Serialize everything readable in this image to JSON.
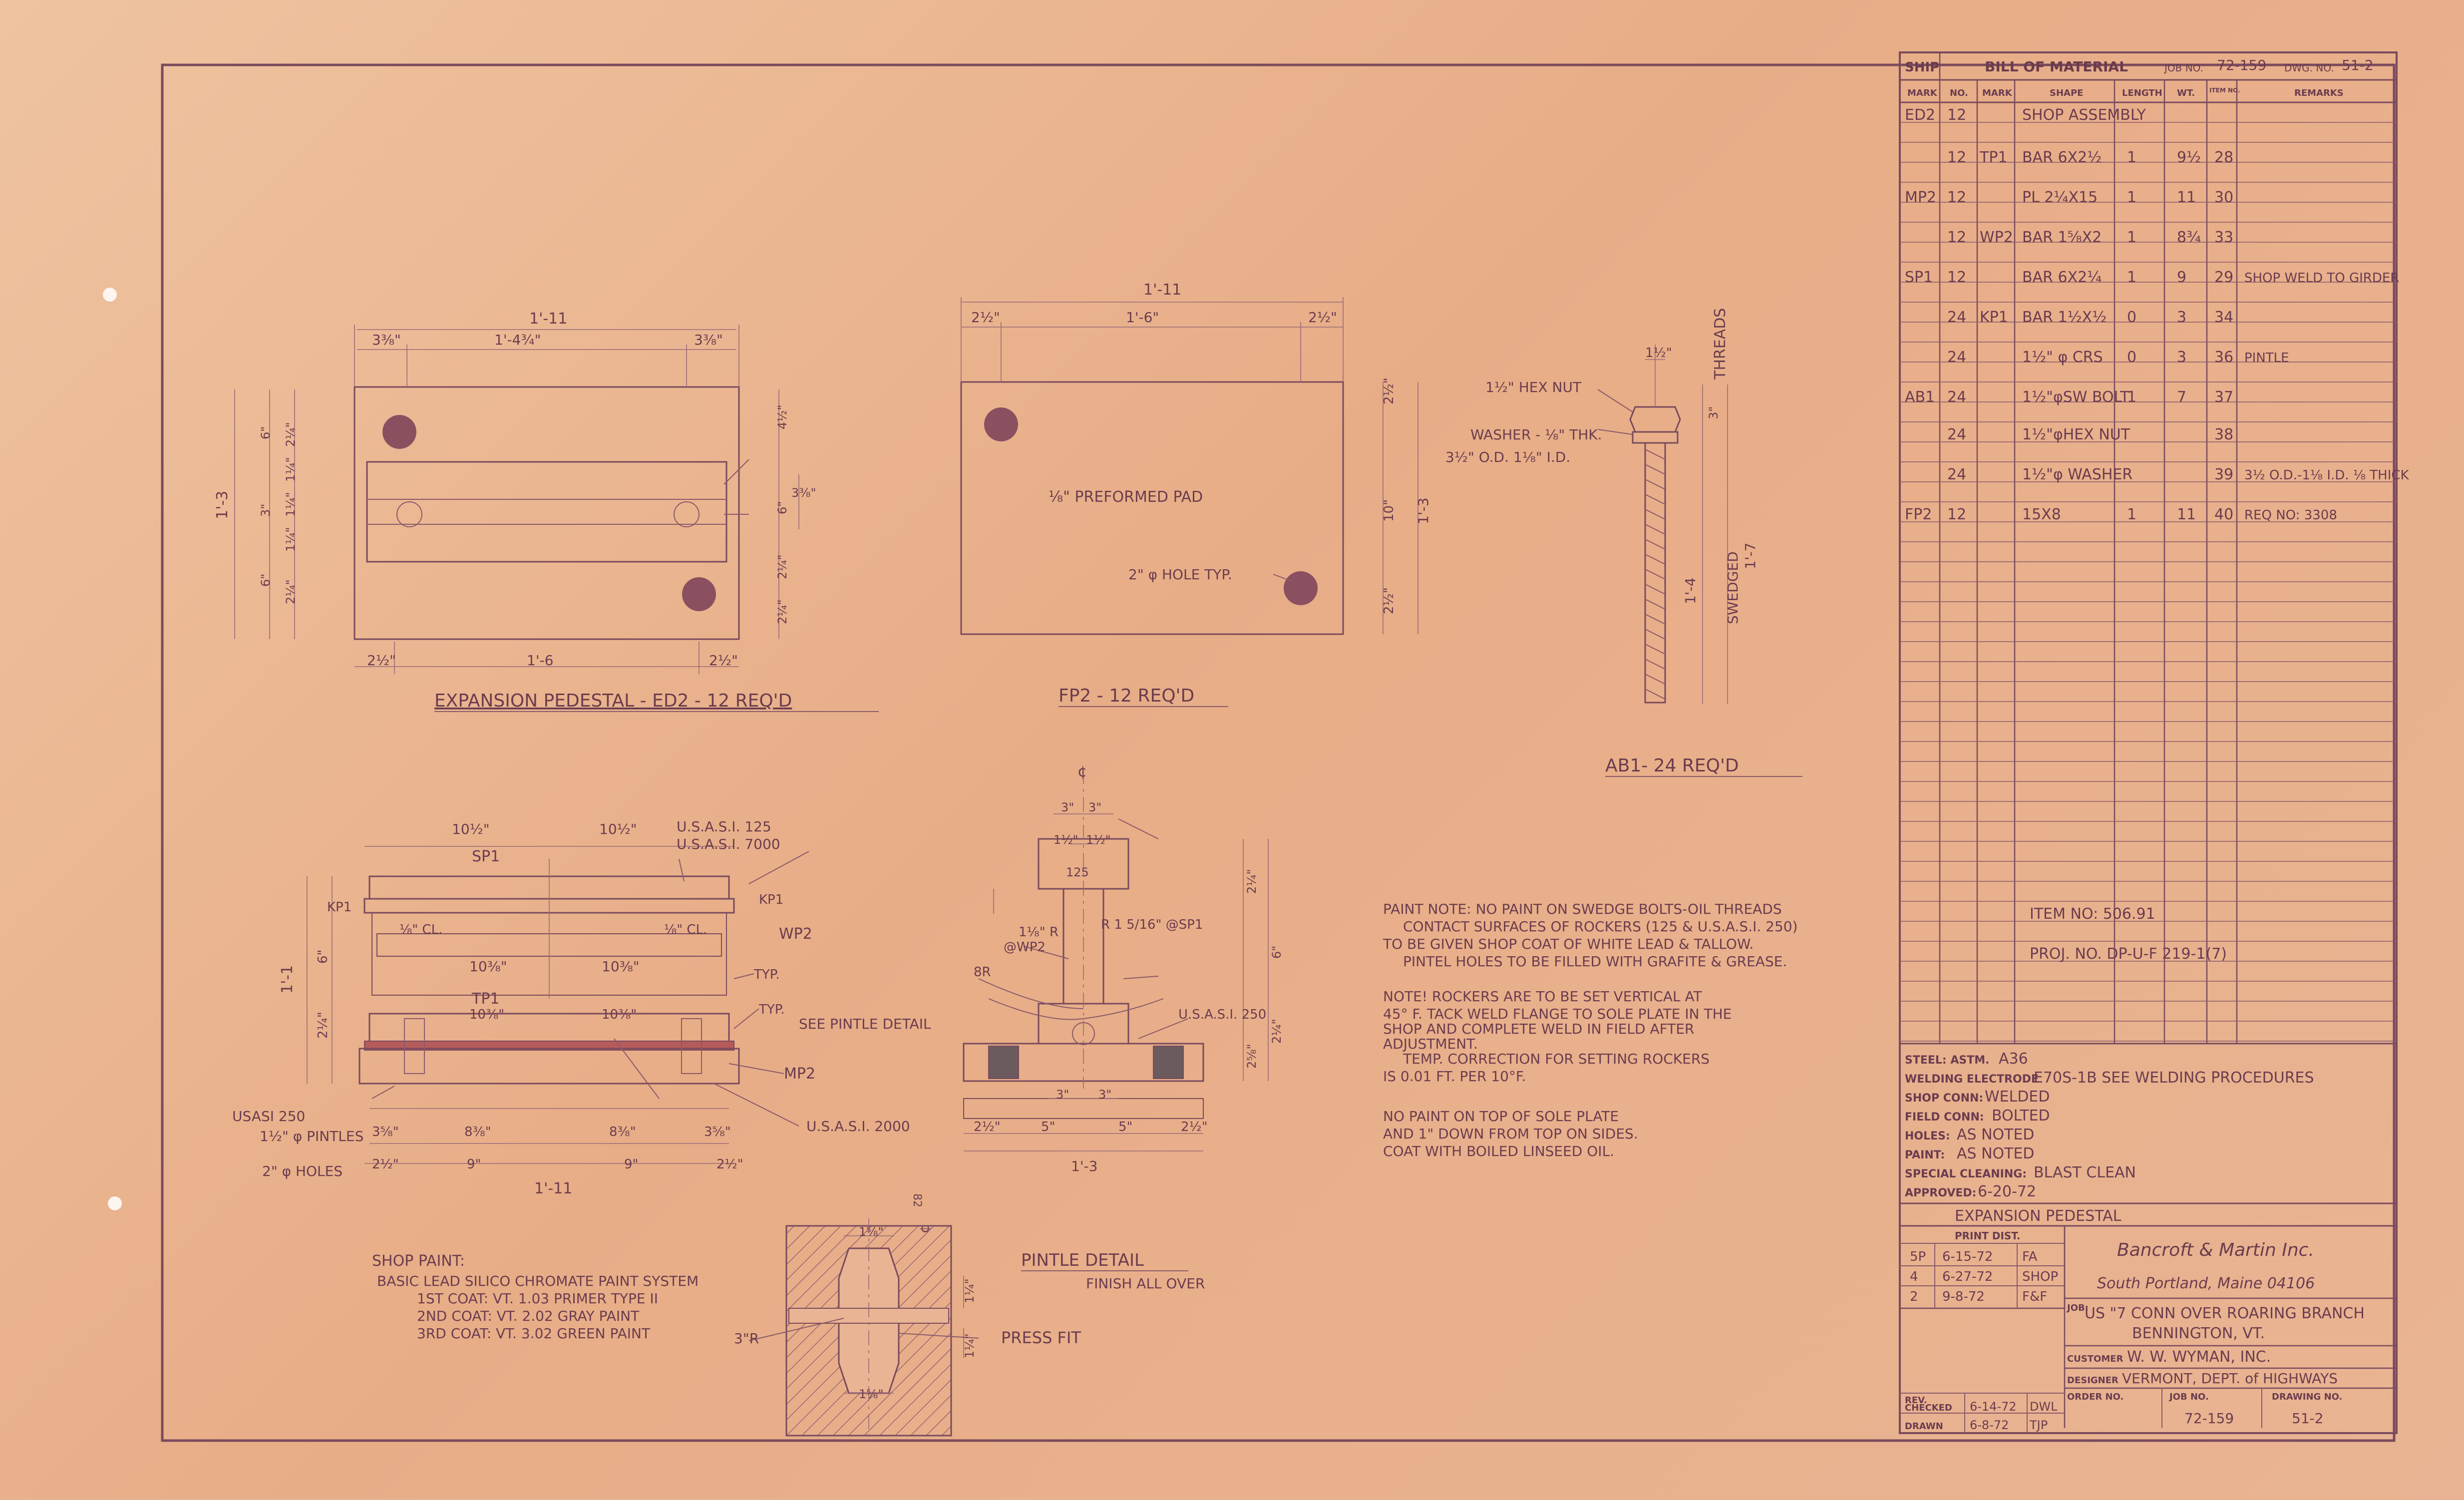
{
  "colors": {
    "paper": "#e9b493",
    "ink": "#7a4a5c",
    "red": "#c0392b",
    "pad": "#b65b5b"
  },
  "views": {
    "ed2": {
      "title": "EXPANSION PEDESTAL - ED2 - 12 REQ'D",
      "overall": "1'-11",
      "d_38a": "3⅜\"",
      "d_mid": "1'-4¾\"",
      "d_38b": "3⅜\"",
      "d_212a": "2½\"",
      "d_16": "1'-6",
      "d_212b": "2½\"",
      "d_13": "1'-3",
      "left_dims": [
        "6\"",
        "2¼\"",
        "1¼\"",
        "3\"",
        "1¼\"",
        "1¼\"",
        "6\"",
        "2¼\""
      ],
      "right_dims": [
        "4½\"",
        "6\"",
        "2¼\"",
        "2¼\""
      ],
      "right_small": "3⅜\""
    },
    "fp2": {
      "title": "FP2 - 12 REQ'D",
      "overall": "1'-11",
      "d_a": "2½\"",
      "d_mid": "1'-6\"",
      "d_b": "2½\"",
      "pad": "⅛\" PREFORMED PAD",
      "hole": "2\" φ HOLE TYP.",
      "r1": "2½\"",
      "r2": "10\"",
      "r3": "1'-3",
      "r4": "2½\""
    },
    "ab1": {
      "title": "AB1- 24 REQ'D",
      "nut": "1½\" HEX NUT",
      "washer": "WASHER - ⅛\" THK.",
      "washer2": "3½\" O.D.  1⅛\" I.D.",
      "threads": "THREADS",
      "top": "1½\"",
      "len1": "1'-4",
      "len2": "1'-7",
      "swedged": "SWEDGED",
      "three": "3\""
    },
    "elev": {
      "sp1": "SP1",
      "a": "10½\"",
      "b": "10½\"",
      "usas125": "U.S.A.S.I. 125",
      "usas7000": "U.S.A.S.I. 7000",
      "kp1a": "KP1",
      "kp1b": "KP1",
      "cl1": "⅛\" CL.",
      "cl2": "⅛\" CL.",
      "d1038a": "10⅜\"",
      "d1038b": "10⅜\"",
      "wp2": "WP2",
      "typ1": "TYP.",
      "tp1": "TP1",
      "typ2": "TYP.",
      "d1038c": "10⅜\"",
      "d1038d": "10⅜\"",
      "pintle": "SEE PINTLE DETAIL",
      "mp2": "MP2",
      "usas250": "USASI 250",
      "pintles": "1½\" φ PINTLES",
      "holes": "2\" φ HOLES",
      "usas2000": "U.S.A.S.I. 2000",
      "b1": "3⅝\"",
      "b2": "8⅜\"",
      "b3": "8⅜\"",
      "b4": "3⅝\"",
      "c1": "2½\"",
      "c2": "9\"",
      "c3": "9\"",
      "c4": "2½\"",
      "total": "1'-11",
      "h1": "1'-1",
      "h2": "6\"",
      "h3": "2¼\""
    },
    "side": {
      "cl": "¢",
      "a": "3\"",
      "b": "3\"",
      "c1": "1½\"",
      "c2": "1½\"",
      "sr": "8R",
      "r1": "1⅛\" R",
      "at_wp2": "@WP2",
      "r2": "R 1 5/16\" @SP1",
      "usas125": "125",
      "usas250": "U.S.A.S.I. 250",
      "d1": "2½\"",
      "d2": "5\"",
      "d3": "5\"",
      "d4": "2½\"",
      "total": "1'-3",
      "e1": "3\"",
      "e2": "3\"",
      "v1": "2¼\"",
      "v2": "6\"",
      "v3": "2⅝\"",
      "v4": "2¼\""
    },
    "pintle": {
      "title": "PINTLE DETAIL",
      "finish": "FINISH ALL OVER",
      "press": "PRESS FIT",
      "r": "3\"R",
      "top": "1⅝\"",
      "bot": "1⅝\"",
      "cl": "¢",
      "side1": "1¼\"",
      "side2": "1¼\"",
      "b82": "82"
    }
  },
  "shop_paint": {
    "title": "SHOP PAINT:",
    "lines": [
      "BASIC LEAD SILICO CHROMATE PAINT SYSTEM",
      "1ST COAT: VT. 1.03 PRIMER TYPE II",
      "2ND COAT: VT. 2.02 GRAY PAINT",
      "3RD COAT: VT. 3.02 GREEN PAINT"
    ]
  },
  "notes": {
    "paint_note": [
      "PAINT NOTE: NO PAINT ON SWEDGE BOLTS-OIL THREADS",
      "CONTACT SURFACES OF ROCKERS (125 & U.S.A.S.I. 250)",
      "TO BE GIVEN SHOP COAT OF WHITE LEAD & TALLOW.",
      "PINTEL HOLES TO BE FILLED WITH GRAFITE & GREASE."
    ],
    "note": [
      "NOTE! ROCKERS ARE TO BE SET VERTICAL AT",
      "45° F. TACK WELD FLANGE TO SOLE PLATE IN THE",
      "SHOP AND COMPLETE WELD IN FIELD AFTER",
      "ADJUSTMENT.",
      "TEMP. CORRECTION FOR SETTING ROCKERS",
      "IS 0.01 FT. PER 10°F."
    ],
    "no_paint": [
      "NO PAINT ON TOP OF SOLE PLATE",
      "AND 1\" DOWN FROM TOP ON SIDES.",
      "COAT WITH BOILED LINSEED OIL."
    ]
  },
  "bom": {
    "ship": "SHIP",
    "title": "BILL OF MATERIAL",
    "job_label": "JOB NO.",
    "job_no": "72-159",
    "dwg_label": "DWG. NO.",
    "dwg_no": "51-2",
    "headers": [
      "MARK",
      "NO.",
      "MARK",
      "SHAPE",
      "LENGTH",
      "WT.",
      "ITEM NO.",
      "REMARKS"
    ],
    "rows": [
      [
        "ED2",
        "12",
        "",
        "SHOP ASSEMBLY",
        "",
        "",
        "",
        ""
      ],
      [
        "",
        "12",
        "TP1",
        "BAR 6X2½",
        "1",
        "9½",
        "28",
        ""
      ],
      [
        "MP2",
        "12",
        "",
        "PL 2¼X15",
        "1",
        "11",
        "30",
        ""
      ],
      [
        "",
        "12",
        "WP2",
        "BAR 1⅝X2",
        "1",
        "8¾",
        "33",
        ""
      ],
      [
        "SP1",
        "12",
        "",
        "BAR 6X2¼",
        "1",
        "9",
        "29",
        "SHOP WELD TO GIRDER"
      ],
      [
        "",
        "24",
        "KP1",
        "BAR 1½X½",
        "0",
        "3",
        "34",
        ""
      ],
      [
        "",
        "24",
        "",
        "1½\" φ CRS",
        "0",
        "3",
        "36",
        "PINTLE"
      ],
      [
        "AB1",
        "24",
        "",
        "1½\"φSW BOLT",
        "1",
        "7",
        "37",
        ""
      ],
      [
        "",
        "24",
        "",
        "1½\"φHEX NUT",
        "",
        "",
        "38",
        ""
      ],
      [
        "",
        "24",
        "",
        "1½\"φ WASHER",
        "",
        "",
        "39",
        "3½ O.D.-1⅛ I.D. ⅛ THICK"
      ],
      [
        "FP2",
        "12",
        "",
        "15X8",
        "1",
        "11",
        "40",
        "REQ NO: 3308"
      ]
    ],
    "item_no": "ITEM NO: 506.91",
    "proj_no": "PROJ. NO. DP-U-F 219-1(7)"
  },
  "specs": [
    {
      "label": "STEEL: ASTM.",
      "value": "A36"
    },
    {
      "label": "WELDING ELECTRODE",
      "value": "E70S-1B SEE WELDING PROCEDURES"
    },
    {
      "label": "SHOP CONN:",
      "value": "WELDED"
    },
    {
      "label": "FIELD CONN:",
      "value": "BOLTED"
    },
    {
      "label": "HOLES:",
      "value": "AS NOTED"
    },
    {
      "label": "PAINT:",
      "value": "AS NOTED"
    },
    {
      "label": "SPECIAL CLEANING:",
      "value": "BLAST CLEAN"
    },
    {
      "label": "APPROVED:",
      "value": "6-20-72"
    }
  ],
  "title_block": {
    "drawing_title": "EXPANSION PEDESTAL",
    "print_dist": "PRINT DIST.",
    "dist_rows": [
      [
        "5P",
        "6-15-72",
        "FA"
      ],
      [
        "4",
        "6-27-72",
        "SHOP"
      ],
      [
        "2",
        "9-8-72",
        "F&F"
      ]
    ],
    "company": "Bancroft & Martin Inc.",
    "address": "South Portland, Maine 04106",
    "job_label": "JOB:",
    "job": "US \"7 CONN OVER ROARING BRANCH",
    "job2": "BENNINGTON, VT.",
    "customer_label": "CUSTOMER",
    "customer": "W. W. WYMAN, INC.",
    "designer_label": "DESIGNER",
    "designer": "VERMONT, DEPT. of HIGHWAYS",
    "rev": "REV.",
    "order_label": "ORDER NO.",
    "job_no_label": "JOB NO.",
    "drawing_no_label": "DRAWING NO.",
    "job_no": "72-159",
    "drawing_no": "51-2",
    "checked_label": "CHECKED",
    "checked_date": "6-14-72",
    "checked_by": "DWL",
    "drawn_label": "DRAWN",
    "drawn_date": "6-8-72",
    "drawn_by": "TJP"
  }
}
